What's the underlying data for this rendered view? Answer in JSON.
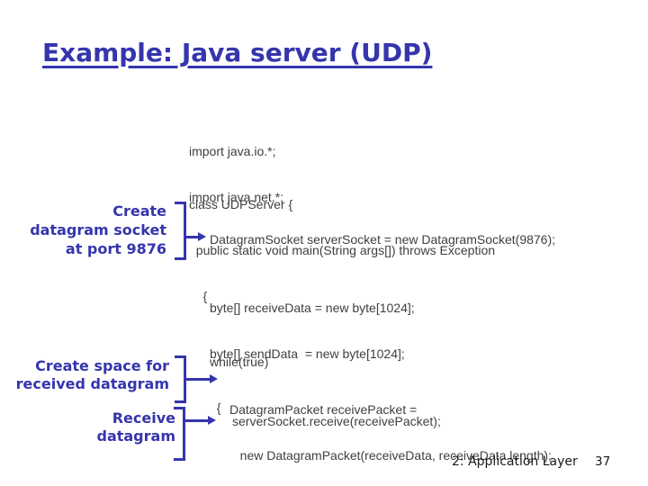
{
  "title": "Example: Java server (UDP)",
  "code": {
    "imports": [
      "import java.io.*;",
      "import java.net.*;"
    ],
    "class_header": [
      "class UDPServer {",
      "  public static void main(String args[]) throws Exception",
      "    {"
    ],
    "create_socket": "DatagramSocket serverSocket = new DatagramSocket(9876);",
    "buffers": [
      "byte[] receiveData = new byte[1024];",
      "byte[] sendData  = new byte[1024];"
    ],
    "loop_start": [
      "while(true)",
      "  {"
    ],
    "create_packet": [
      "DatagramPacket receivePacket =",
      "   new DatagramPacket(receiveData, receiveData.length);"
    ],
    "receive_call": "serverSocket.receive(receivePacket);"
  },
  "annotations": {
    "create_socket": {
      "lines": [
        "Create",
        "datagram socket",
        "at port 9876"
      ]
    },
    "create_space": {
      "lines": [
        "Create space for",
        "received datagram"
      ]
    },
    "receive": {
      "lines": [
        "Receive",
        "datagram"
      ]
    }
  },
  "footer": {
    "section": "2: Application Layer",
    "page": "37"
  },
  "colors": {
    "accent": "#3535AD",
    "code_text": "#3F3F3F",
    "footer_text": "#1A1A1A"
  }
}
